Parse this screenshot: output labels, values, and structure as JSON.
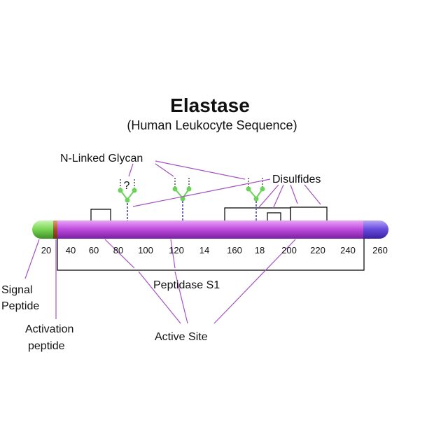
{
  "title": "Elastase",
  "subtitle": "(Human Leukocyte Sequence)",
  "labels": {
    "glycan": "N-Linked Glycan",
    "disulfides": "Disulfides",
    "peptidase": "Peptidase S1",
    "active_site": "Active Site",
    "signal_line1": "Signal",
    "signal_line2": "Peptide",
    "activation_line1": "Activation",
    "activation_line2": "peptide",
    "unknown_glycan_mark": "?"
  },
  "ticks": [
    "20",
    "40",
    "60",
    "80",
    "100",
    "120",
    "14",
    "160",
    "18",
    "200",
    "220",
    "240",
    "260"
  ],
  "colors": {
    "signal_segment": "#7ed957",
    "activation_segment": "#b5651d",
    "main_chain": "#c14fe0",
    "tail_segment": "#6a4fe0",
    "callout_lines": "#a54fc0",
    "glycan_node": "#6cd35a",
    "glycan_stem": "#6b6bb0",
    "bracket_lines": "#000000"
  }
}
